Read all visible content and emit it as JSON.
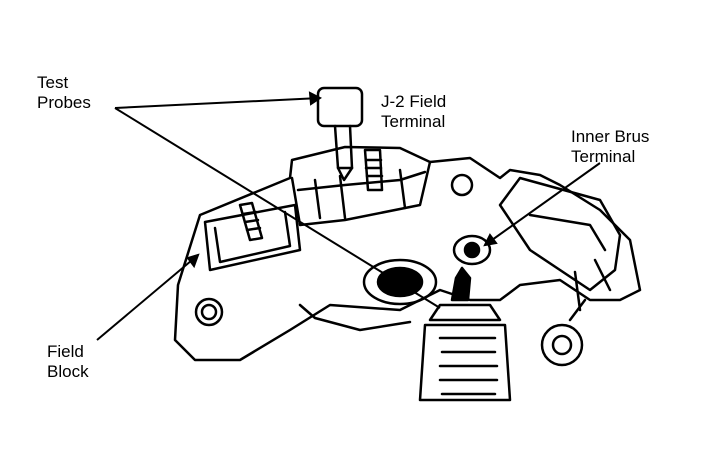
{
  "labels": {
    "test_probes": [
      "Test",
      "Probes"
    ],
    "j2_field_terminal": [
      "J-2 Field",
      "Terminal"
    ],
    "inner_brush_terminal": [
      "Inner Brus",
      "Terminal"
    ],
    "field_block": [
      "Field",
      "Block"
    ]
  }
}
